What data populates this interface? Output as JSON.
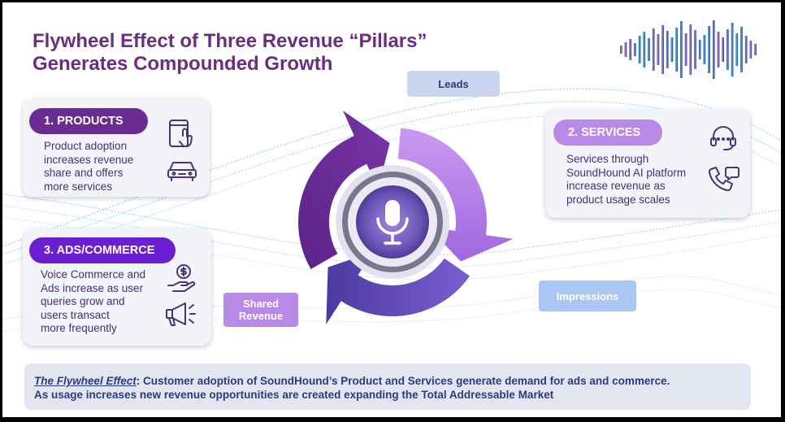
{
  "title": {
    "line1": "Flywheel Effect of Three Revenue “Pillars”",
    "line2": "Generates Compounded Growth"
  },
  "pillars": [
    {
      "label": "1. PRODUCTS",
      "text": [
        "Product adoption",
        "increases revenue",
        "share and offers",
        "more services"
      ],
      "icons": [
        "tablet-touch-icon",
        "car-icon"
      ]
    },
    {
      "label": "2. SERVICES",
      "text": [
        "Services through",
        "SoundHound AI platform",
        "increase revenue as",
        "product usage scales"
      ],
      "icons": [
        "headset-icon",
        "phone-chat-icon"
      ]
    },
    {
      "label": "3. ADS/COMMERCE",
      "text": [
        "Voice Commerce and",
        "Ads increase as user",
        "queries grow and",
        "users transact",
        "more frequently"
      ],
      "icons": [
        "money-hand-icon",
        "megaphone-icon"
      ]
    }
  ],
  "flywheel": {
    "leads": "Leads",
    "impressions": "Impressions",
    "shared_revenue": [
      "Shared",
      "Revenue"
    ],
    "center_icon": "microphone-icon"
  },
  "footer": {
    "lead": "The Flywheel Effect",
    "line1": ": Customer adoption of SoundHound’s Product and Services generate demand for ads and commerce.",
    "line2": "As usage increases new revenue opportunities are created expanding the Total Addressable Market"
  },
  "colors": {
    "title": "#6b2d83",
    "pill_products": "#6a2c91",
    "pill_services": "#b889e6",
    "pill_ads": "#6a1fd1",
    "arc_dark": "#6a2c91",
    "arc_light": "#b67de8",
    "arc_blue": "#5a4bb0",
    "leads_box": "#ccd5ef",
    "impressions_box": "#a9c7f2",
    "shared_box": "#b889e6",
    "footer_text": "#2a3b82"
  }
}
